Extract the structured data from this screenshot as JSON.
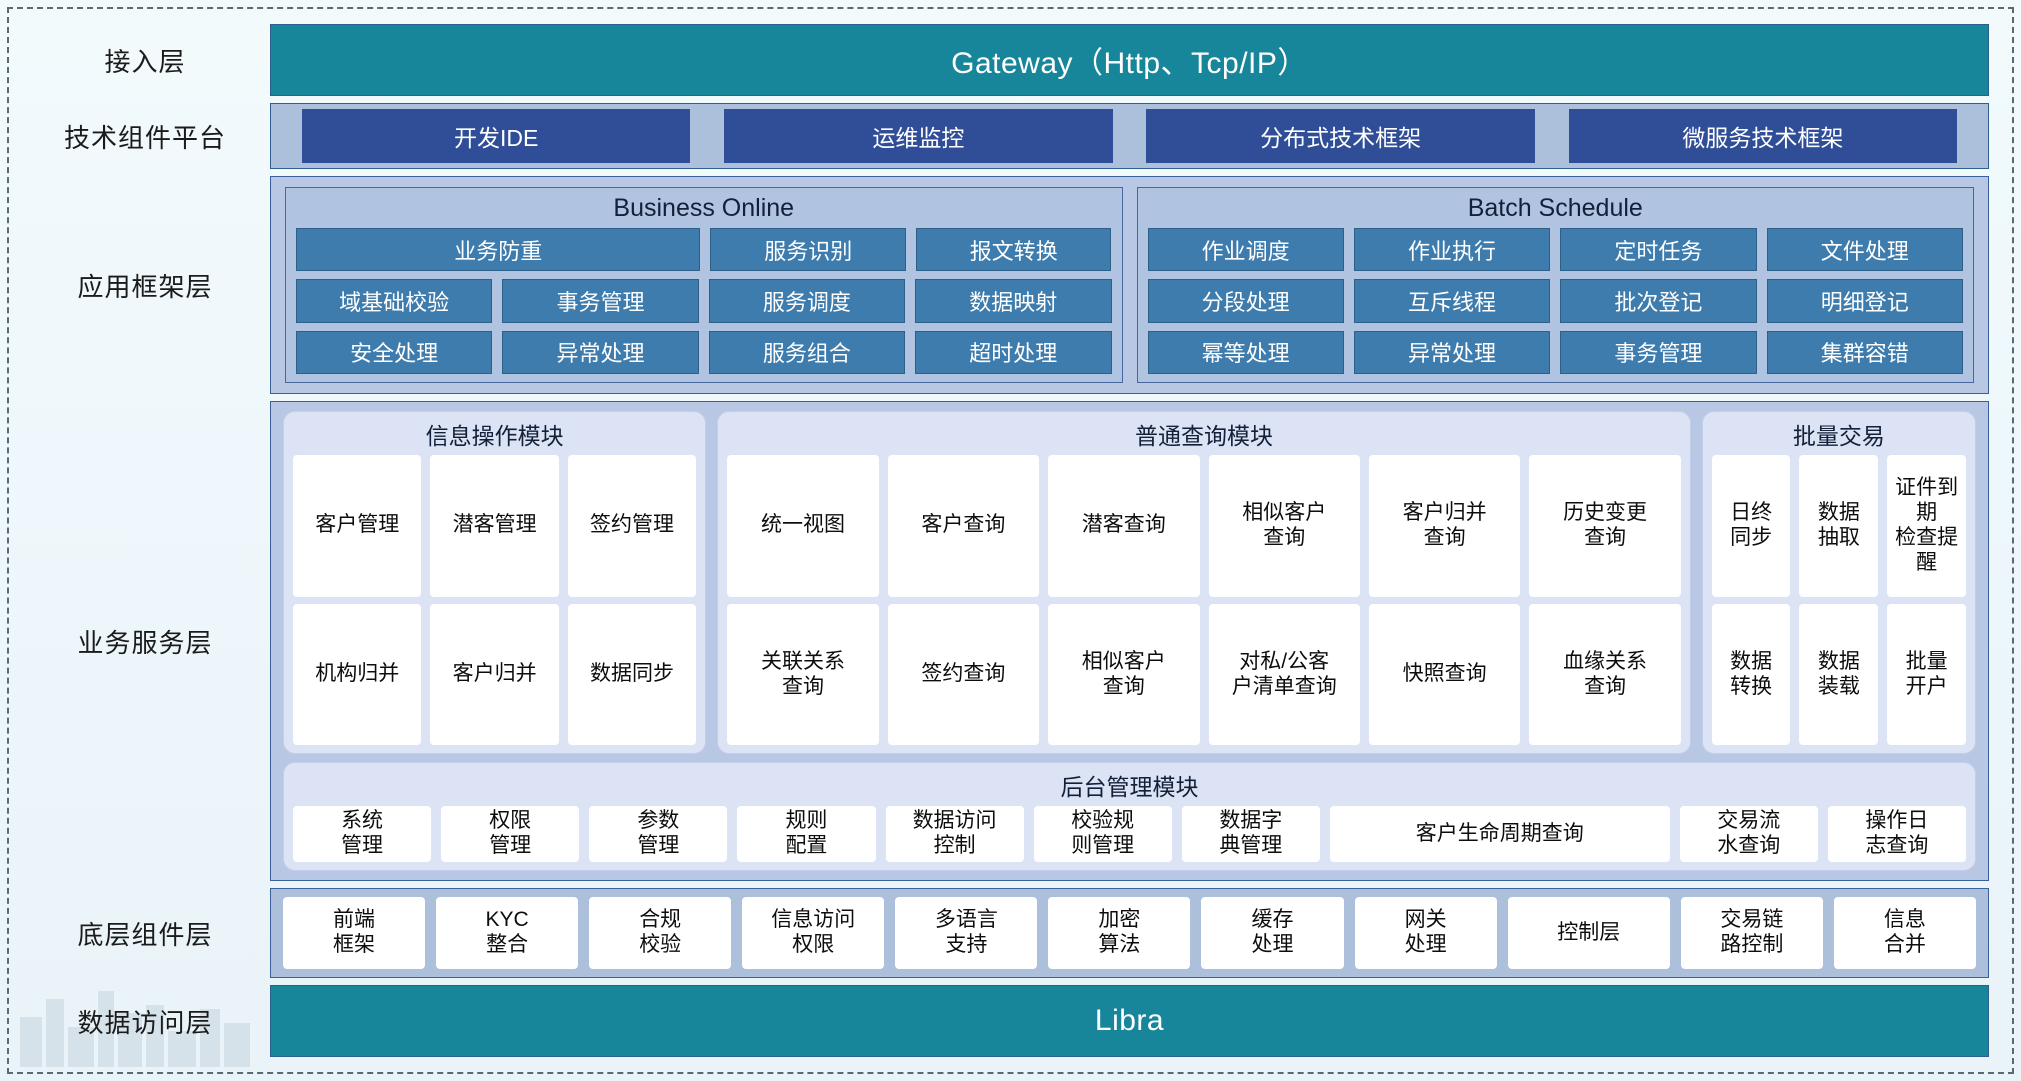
{
  "colors": {
    "teal": "#17869a",
    "dark_blue_chip": "#2f4e97",
    "framework_cell": "#3e7cae",
    "panel_light": "#adc0db",
    "panel_app": "#b7c7e4",
    "module_bg": "#dbe3f5"
  },
  "layers": [
    {
      "label": "接入层"
    },
    {
      "label": "技术组件平台"
    },
    {
      "label": "应用框架层"
    },
    {
      "label": "业务服务层"
    },
    {
      "label": "底层组件层"
    },
    {
      "label": "数据访问层"
    }
  ],
  "gateway": {
    "title": "Gateway（Http、Tcp/IP）"
  },
  "data_access": {
    "title": "Libra"
  },
  "tech_platform": {
    "items": [
      {
        "label": "开发IDE"
      },
      {
        "label": "运维监控"
      },
      {
        "label": "分布式技术框架"
      },
      {
        "label": "微服务技术框架"
      }
    ]
  },
  "app_framework": {
    "groups": [
      {
        "title": "Business Online",
        "rows": [
          [
            {
              "label": "业务防重",
              "span": 2
            },
            {
              "label": "服务识别"
            },
            {
              "label": "报文转换"
            }
          ],
          [
            {
              "label": "域基础校验"
            },
            {
              "label": "事务管理"
            },
            {
              "label": "服务调度"
            },
            {
              "label": "数据映射"
            }
          ],
          [
            {
              "label": "安全处理"
            },
            {
              "label": "异常处理"
            },
            {
              "label": "服务组合"
            },
            {
              "label": "超时处理"
            }
          ]
        ]
      },
      {
        "title": "Batch Schedule",
        "rows": [
          [
            {
              "label": "作业调度"
            },
            {
              "label": "作业执行"
            },
            {
              "label": "定时任务"
            },
            {
              "label": "文件处理"
            }
          ],
          [
            {
              "label": "分段处理"
            },
            {
              "label": "互斥线程"
            },
            {
              "label": "批次登记"
            },
            {
              "label": "明细登记"
            }
          ],
          [
            {
              "label": "幂等处理"
            },
            {
              "label": "异常处理"
            },
            {
              "label": "事务管理"
            },
            {
              "label": "集群容错"
            }
          ]
        ]
      }
    ]
  },
  "business_service": {
    "info_module": {
      "title": "信息操作模块",
      "rows": [
        [
          {
            "label": "客户管理"
          },
          {
            "label": "潜客管理"
          },
          {
            "label": "签约管理"
          }
        ],
        [
          {
            "label": "机构归并"
          },
          {
            "label": "客户归并"
          },
          {
            "label": "数据同步"
          }
        ]
      ]
    },
    "query_module": {
      "title": "普通查询模块",
      "rows": [
        [
          {
            "label": "统一视图"
          },
          {
            "label": "客户查询"
          },
          {
            "label": "潜客查询"
          },
          {
            "label": "相似客户\n查询"
          },
          {
            "label": "客户归并\n查询"
          },
          {
            "label": "历史变更\n查询"
          }
        ],
        [
          {
            "label": "关联关系\n查询"
          },
          {
            "label": "签约查询"
          },
          {
            "label": "相似客户\n查询"
          },
          {
            "label": "对私/公客\n户清单查询"
          },
          {
            "label": "快照查询"
          },
          {
            "label": "血缘关系\n查询"
          }
        ]
      ]
    },
    "batch_module": {
      "title": "批量交易",
      "rows": [
        [
          {
            "label": "日终\n同步"
          },
          {
            "label": "数据\n抽取"
          },
          {
            "label": "证件到期\n检查提醒"
          }
        ],
        [
          {
            "label": "数据\n转换"
          },
          {
            "label": "数据\n装载"
          },
          {
            "label": "批量\n开户"
          }
        ]
      ]
    },
    "admin_module": {
      "title": "后台管理模块",
      "items": [
        {
          "label": "系统\n管理",
          "grow": 1
        },
        {
          "label": "权限\n管理",
          "grow": 1
        },
        {
          "label": "参数\n管理",
          "grow": 1
        },
        {
          "label": "规则\n配置",
          "grow": 1
        },
        {
          "label": "数据访问\n控制",
          "grow": 1
        },
        {
          "label": "校验规\n则管理",
          "grow": 1
        },
        {
          "label": "数据字\n典管理",
          "grow": 1
        },
        {
          "label": "客户生命周期查询",
          "grow": 2.55
        },
        {
          "label": "交易流\n水查询",
          "grow": 1
        },
        {
          "label": "操作日\n志查询",
          "grow": 1
        }
      ]
    }
  },
  "bottom_components": {
    "items": [
      {
        "label": "前端\n框架",
        "grow": 1
      },
      {
        "label": "KYC\n整合",
        "grow": 1
      },
      {
        "label": "合规\n校验",
        "grow": 1
      },
      {
        "label": "信息访问\n权限",
        "grow": 1
      },
      {
        "label": "多语言\n支持",
        "grow": 1
      },
      {
        "label": "加密\n算法",
        "grow": 1
      },
      {
        "label": "缓存\n处理",
        "grow": 1
      },
      {
        "label": "网关\n处理",
        "grow": 1
      },
      {
        "label": "控制层",
        "grow": 1.15
      },
      {
        "label": "交易链\n路控制",
        "grow": 1
      },
      {
        "label": "信息\n合并",
        "grow": 1
      }
    ]
  }
}
